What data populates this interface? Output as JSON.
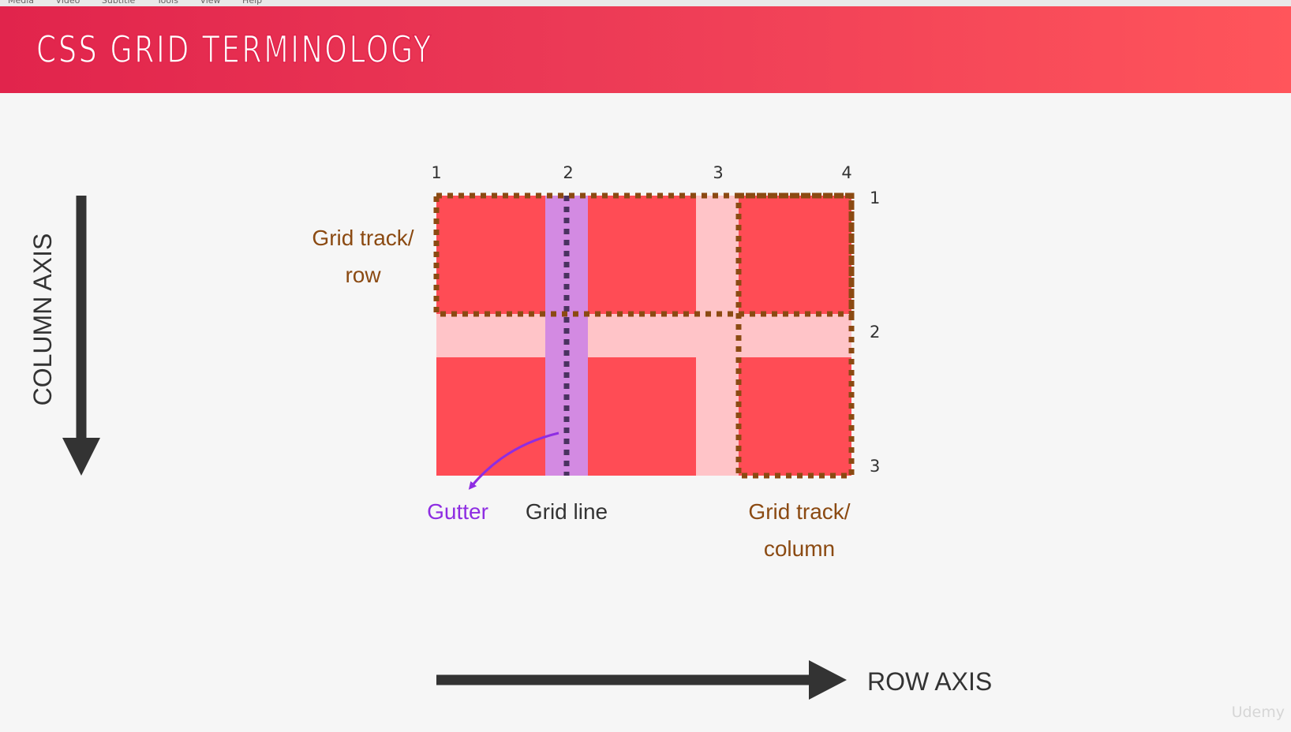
{
  "menu": [
    "Media",
    "Video",
    "Subtitle",
    "Tools",
    "View",
    "Help"
  ],
  "title": "CSS GRID TERMINOLOGY",
  "diagram": {
    "column_line_numbers": [
      "1",
      "2",
      "3",
      "4"
    ],
    "row_line_numbers": [
      "1",
      "2",
      "3"
    ],
    "labels": {
      "track_row": [
        "Grid track/",
        "row"
      ],
      "gutter": "Gutter",
      "grid_line": "Grid line",
      "track_column": [
        "Grid track/",
        "column"
      ]
    },
    "axes": {
      "column_axis": "COLUMN AXIS",
      "row_axis": "ROW AXIS"
    }
  },
  "colors": {
    "header_start": "#e1244c",
    "header_end": "#ff555b",
    "cell": "#ff4c55",
    "gutter": "#ffc4c8",
    "gutter_highlight": "#d38ae2",
    "track_outline": "#8b4a12",
    "grid_line": "#4a3260",
    "arrow": "#333333",
    "gutter_label": "#8e2de2"
  },
  "watermark": "Udemy"
}
